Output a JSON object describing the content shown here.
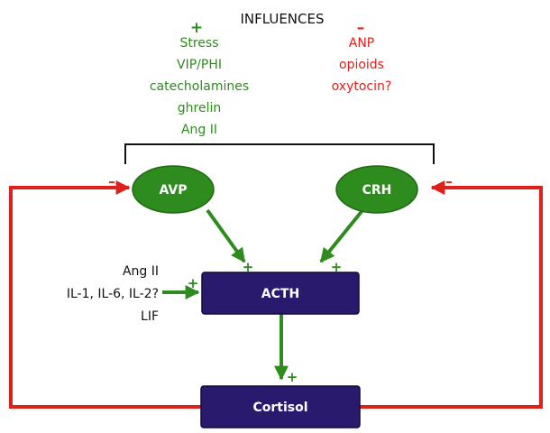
{
  "influences": {
    "title": "INFLUENCES",
    "positive_sign": "+",
    "negative_sign": "–",
    "positive": [
      "Stress",
      "VIP/PHI",
      "catecholamines",
      "ghrelin",
      "Ang II"
    ],
    "negative": [
      "ANP",
      "opioids",
      "oxytocin?"
    ]
  },
  "nodes": {
    "avp": "AVP",
    "crh": "CRH",
    "acth": "ACTH",
    "cortisol": "Cortisol"
  },
  "cytokines": {
    "lines": [
      "Ang II",
      "IL-1, IL-6, IL-2?",
      "LIF"
    ]
  },
  "edge_signs": {
    "plus": "+",
    "minus": "–"
  },
  "colors": {
    "positive": "#2e8b1e",
    "negative": "#e0201a",
    "hormone_ellipse": "#2e8b1e",
    "hormone_box": "#2a1a6e",
    "bracket": "#111111"
  }
}
